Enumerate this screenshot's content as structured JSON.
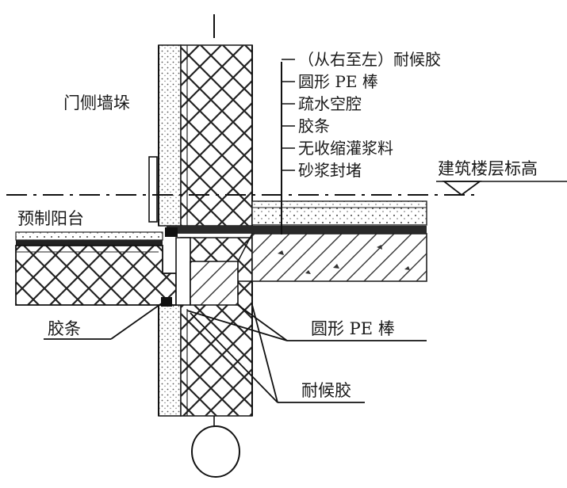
{
  "labels": {
    "door_wall": "门侧墙垛",
    "precast_balcony": "预制阳台",
    "floor_elevation": "建筑楼层标高",
    "callout_list": [
      "（从右至左）耐候胶",
      "圆形 PE 棒",
      "疏水空腔",
      "胶条",
      "无收缩灌浆料",
      "砂浆封堵"
    ],
    "rubber_strip": "胶条",
    "pe_rod": "圆形 PE 棒",
    "sealant": "耐候胶"
  }
}
